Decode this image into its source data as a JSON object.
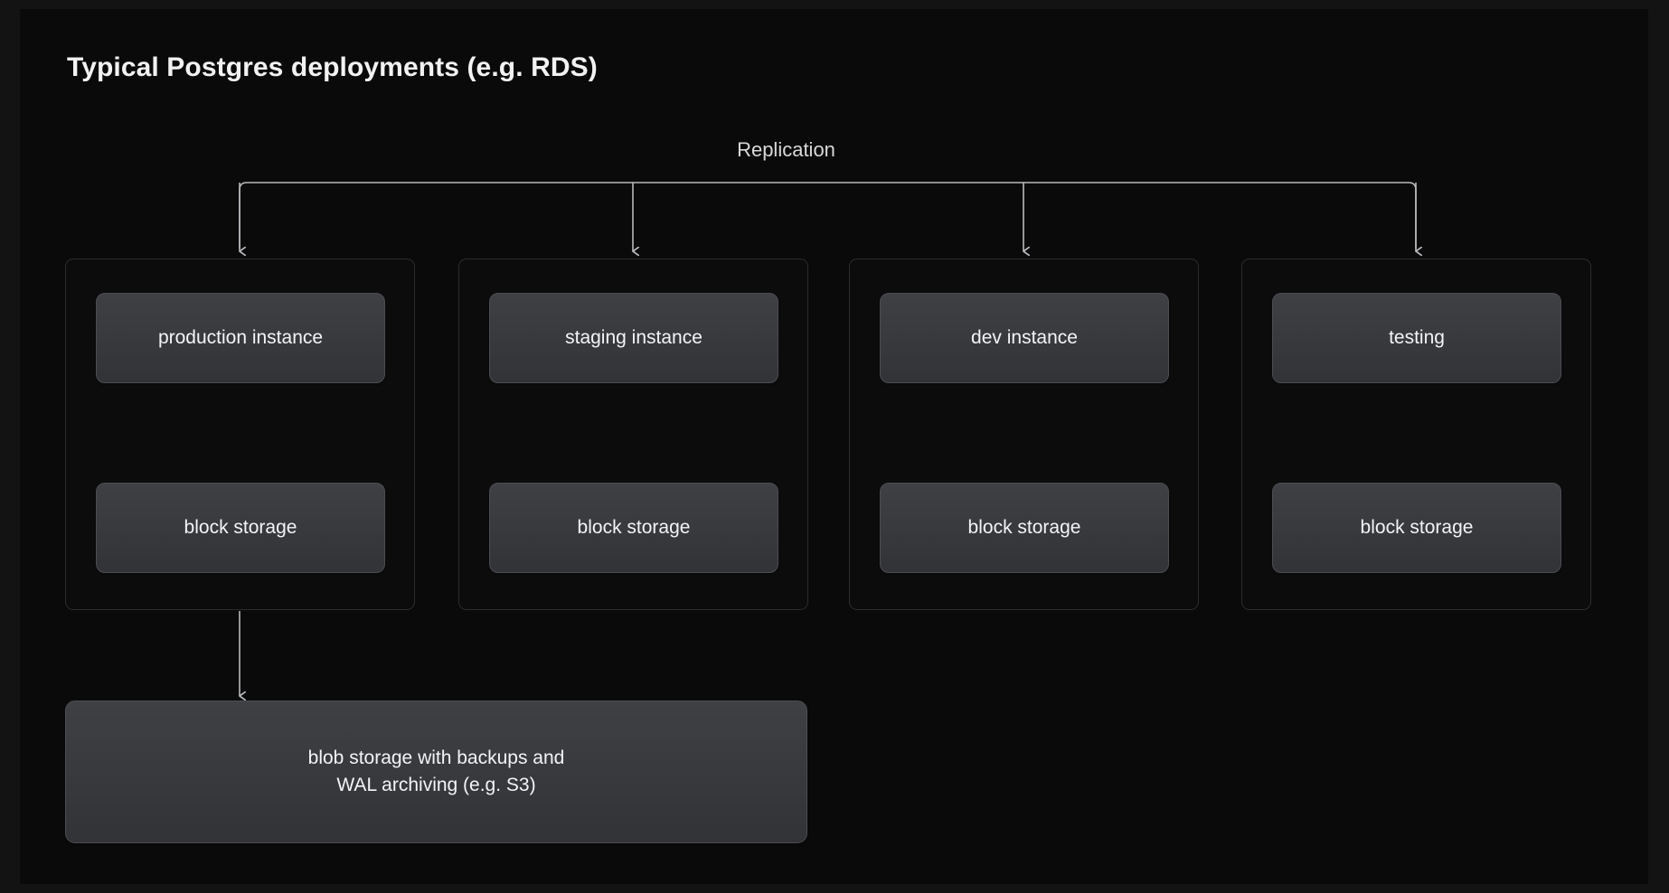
{
  "page": {
    "title": "Typical Postgres deployments (e.g. RDS)",
    "background_color": "#0a0a0a",
    "frame_color": "#131313",
    "node_fill_top": "#3e4044",
    "node_fill_bottom": "#313337",
    "node_border_color": "#4b4d52",
    "group_border_color": "#2c2c2f",
    "connector_color": "#b9b9be",
    "text_color": "#f4f4f5"
  },
  "diagram": {
    "replication_label": "Replication",
    "columns": [
      {
        "id": "production",
        "instance_label": "production instance",
        "storage_label": "block storage"
      },
      {
        "id": "staging",
        "instance_label": "staging instance",
        "storage_label": "block storage"
      },
      {
        "id": "dev",
        "instance_label": "dev instance",
        "storage_label": "block storage"
      },
      {
        "id": "testing",
        "instance_label": "testing",
        "storage_label": "block storage"
      }
    ],
    "blob_storage": {
      "line1": "blob storage with backups and",
      "line2": "WAL archiving (e.g. S3)"
    }
  }
}
